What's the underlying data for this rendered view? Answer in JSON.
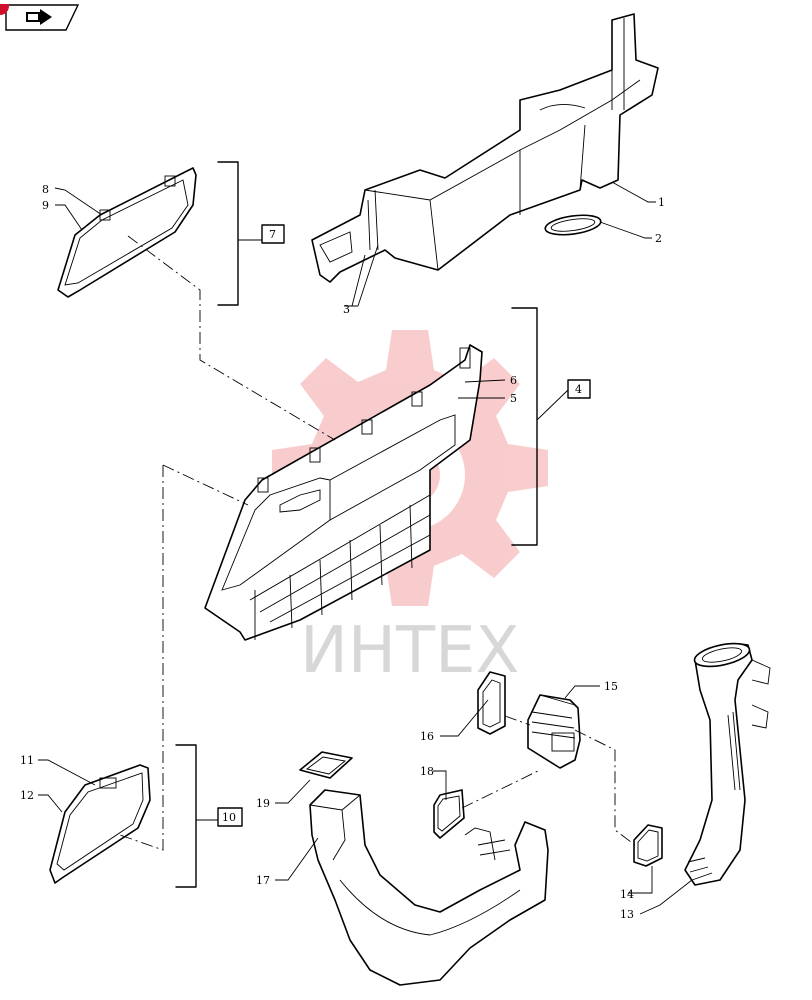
{
  "watermark": {
    "text": "ИНТЕХ",
    "gear_color": "#e84a4a",
    "text_color": "#b8b8b8"
  },
  "nav": {
    "icon": "forward-arrow-icon",
    "badge_color": "#d0102a"
  },
  "callouts": [
    {
      "id": "c1",
      "label": "1"
    },
    {
      "id": "c2",
      "label": "2"
    },
    {
      "id": "c3",
      "label": "3"
    },
    {
      "id": "c5",
      "label": "5"
    },
    {
      "id": "c6",
      "label": "6"
    },
    {
      "id": "c8",
      "label": "8"
    },
    {
      "id": "c9",
      "label": "9"
    },
    {
      "id": "c11",
      "label": "11"
    },
    {
      "id": "c12",
      "label": "12"
    },
    {
      "id": "c13",
      "label": "13"
    },
    {
      "id": "c14",
      "label": "14"
    },
    {
      "id": "c15",
      "label": "15"
    },
    {
      "id": "c16",
      "label": "16"
    },
    {
      "id": "c17",
      "label": "17"
    },
    {
      "id": "c18",
      "label": "18"
    },
    {
      "id": "c19",
      "label": "19"
    }
  ],
  "groups": [
    {
      "id": "g4",
      "label": "4"
    },
    {
      "id": "g7",
      "label": "7"
    },
    {
      "id": "g10",
      "label": "10"
    }
  ]
}
